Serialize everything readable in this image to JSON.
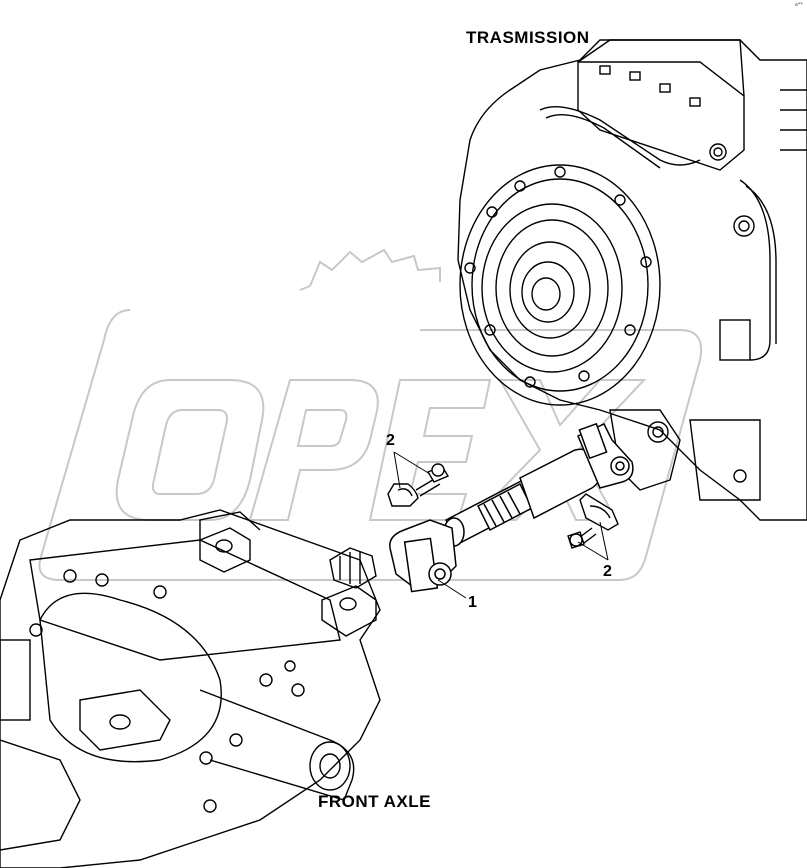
{
  "labels": {
    "transmission": "TRASMISSION",
    "front_axle": "FRONT AXLE",
    "corner_code": "a**"
  },
  "callouts": [
    {
      "number": "1",
      "part": "drive-shaft"
    },
    {
      "number": "2",
      "part": "clamp-and-bolt-upper"
    },
    {
      "number": "2",
      "part": "clamp-and-bolt-lower"
    }
  ],
  "watermark": {
    "text": "OPEX"
  },
  "colors": {
    "line": "#000000",
    "watermark": "#c8c8c8",
    "background": "#ffffff"
  }
}
